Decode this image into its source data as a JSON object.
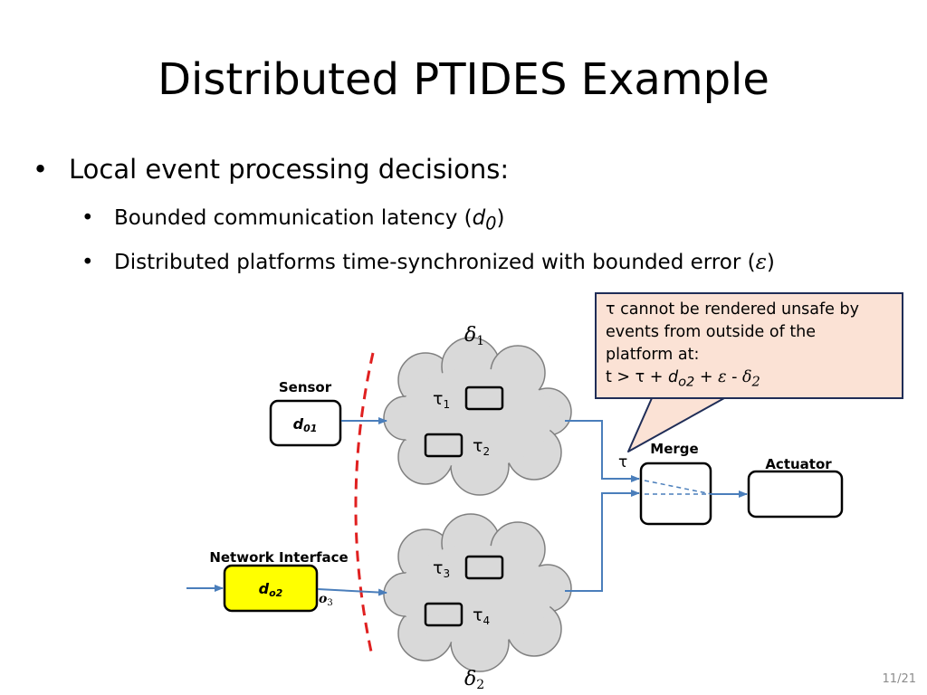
{
  "slide": {
    "title": "Distributed PTIDES Example",
    "number": "11/21",
    "bullet": "Local event processing decisions:",
    "sub1": {
      "text": "Bounded communication latency   (",
      "var": "d",
      "sub": "0",
      "close": ")"
    },
    "sub2": {
      "text": "Distributed platforms time-synchronized with bounded error  (",
      "sym": "ε",
      "close": ")"
    }
  },
  "callout": {
    "line1": "τ cannot be rendered unsafe by",
    "line2": "events from outside of the",
    "line3": "platform at:",
    "line4_prefix": "t > τ + ",
    "line4_var": "d",
    "line4_sub": "o2",
    "line4_mid": " + ",
    "line4_eps": "ε",
    "line4_minus": " - ",
    "line4_delta": "δ",
    "line4_delta_sub": "2"
  },
  "diagram": {
    "sensor": {
      "label": "Sensor",
      "value": "d",
      "sub": "01"
    },
    "network": {
      "label": "Network Interface",
      "value": "d",
      "sub": "o2"
    },
    "port": {
      "symbol": "o",
      "sub": "3"
    },
    "cloud1": {
      "label": "δ",
      "sub": "1",
      "actors": [
        {
          "name": "τ",
          "sub": "1"
        },
        {
          "name": "τ",
          "sub": "2"
        }
      ]
    },
    "cloud2": {
      "label": "δ",
      "sub": "2",
      "actors": [
        {
          "name": "τ",
          "sub": "3"
        },
        {
          "name": "τ",
          "sub": "4"
        }
      ]
    },
    "merge": {
      "label": "Merge",
      "tau": "τ"
    },
    "actuator": {
      "label": "Actuator"
    },
    "colors": {
      "network_fill": "#ffff00",
      "cloud_fill": "#d9d9d9",
      "arrow": "#4a7ebb",
      "boundary": "#e02020",
      "callout_fill": "#fbe2d5"
    }
  }
}
